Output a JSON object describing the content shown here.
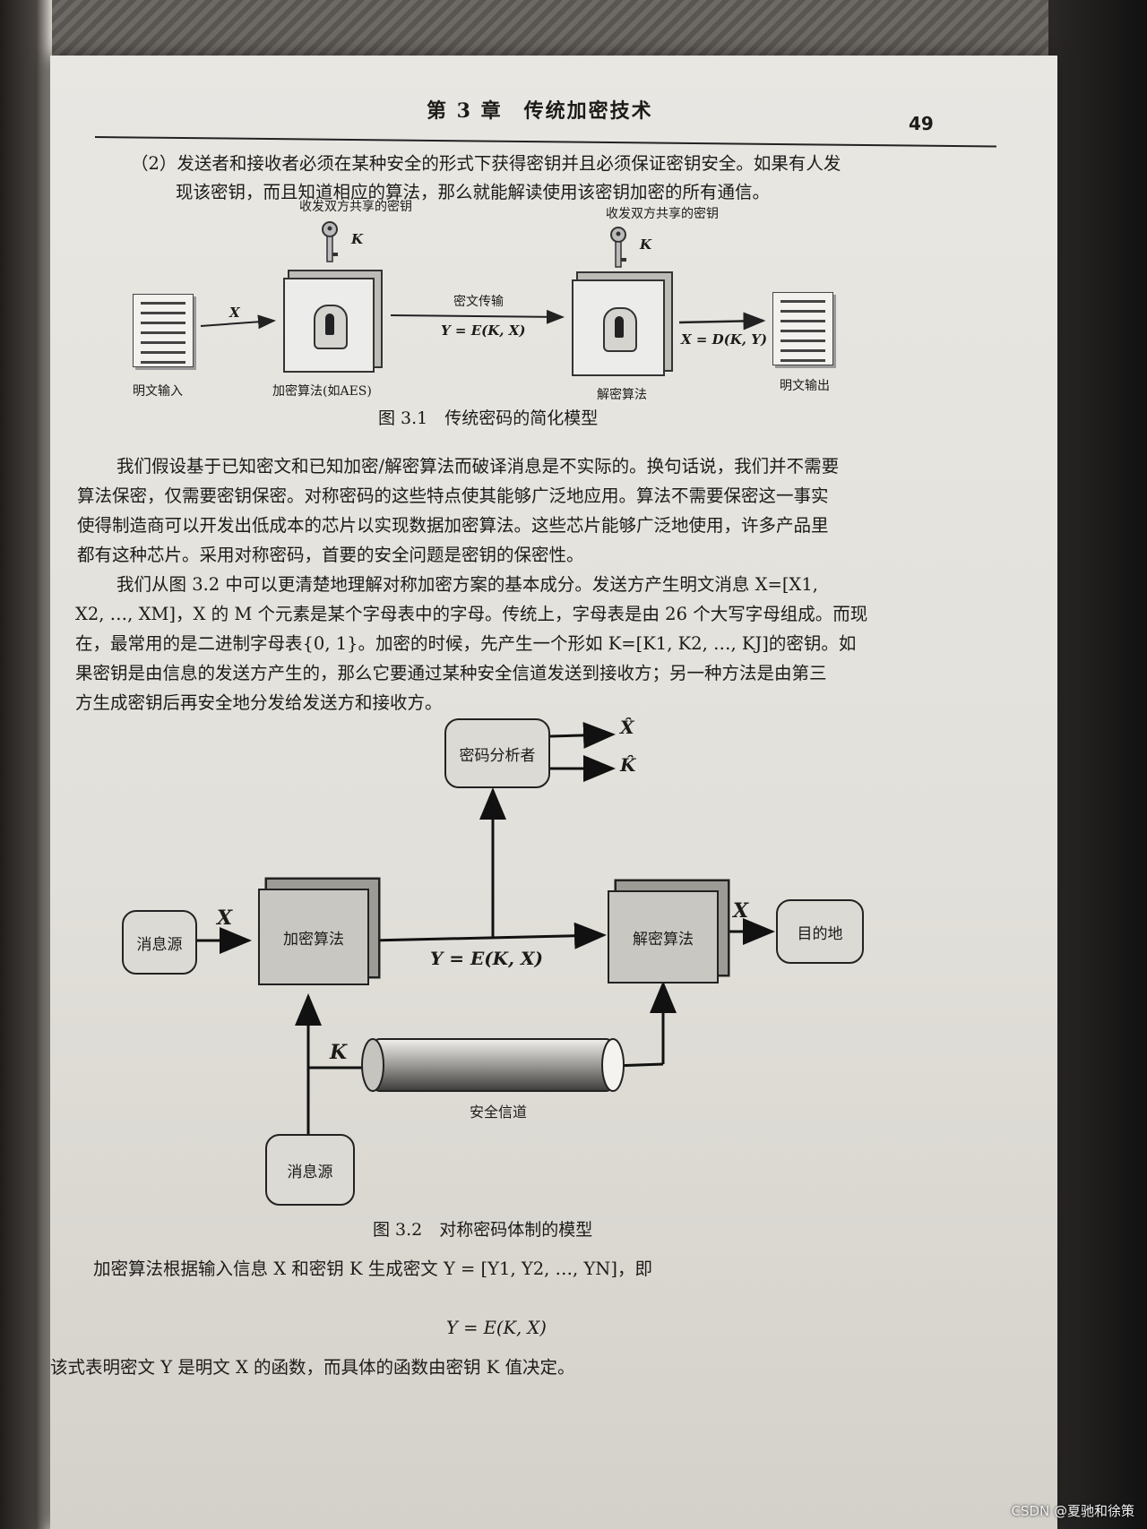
{
  "header": {
    "chapter": "第 3 章　传统加密技术",
    "page_number": "49"
  },
  "para1": {
    "line1": "（2）发送者和接收者必须在某种安全的形式下获得密钥并且必须保证密钥安全。如果有人发",
    "line2": "现该密钥，而且知道相应的算法，那么就能解读使用该密钥加密的所有通信。"
  },
  "fig31": {
    "key_label_left": "收发双方共享的密钥",
    "key_label_right": "收发双方共享的密钥",
    "key_symbol": "K",
    "x_label": "X",
    "channel_label": "密文传输",
    "y_eq": "Y = E(K, X)",
    "x_eq": "X = D(K, Y)",
    "plaintext_in": "明文输入",
    "encrypt_alg": "加密算法(如AES)",
    "decrypt_alg": "解密算法",
    "plaintext_out": "明文输出",
    "caption": "图 3.1　传统密码的简化模型"
  },
  "para2": {
    "line1": "我们假设基于已知密文和已知加密/解密算法而破译消息是不实际的。换句话说，我们并不需要",
    "line2": "算法保密，仅需要密钥保密。对称密码的这些特点使其能够广泛地应用。算法不需要保密这一事实",
    "line3": "使得制造商可以开发出低成本的芯片以实现数据加密算法。这些芯片能够广泛地使用，许多产品里",
    "line4": "都有这种芯片。采用对称密码，首要的安全问题是密钥的保密性。"
  },
  "para3": {
    "line1": "我们从图 3.2 中可以更清楚地理解对称加密方案的基本成分。发送方产生明文消息 X=[X1,",
    "line2": "X2, …, XM]，X 的 M 个元素是某个字母表中的字母。传统上，字母表是由 26 个大写字母组成。而现",
    "line3": "在，最常用的是二进制字母表{0, 1}。加密的时候，先产生一个形如 K=[K1, K2, …, KJ]的密钥。如",
    "line4": "果密钥是由信息的发送方产生的，那么它要通过某种安全信道发送到接收方；另一种方法是由第三",
    "line5": "方生成密钥后再安全地分发给发送方和接收方。"
  },
  "fig32": {
    "cryptanalyst": "密码分析者",
    "x_hat": "X̂",
    "k_hat": "K̂",
    "source1": "消息源",
    "x_in": "X",
    "encrypt": "加密算法",
    "y_eq": "Y = E(K, X)",
    "decrypt": "解密算法",
    "x_out": "X",
    "destination": "目的地",
    "k_label": "K",
    "secure_channel": "安全信道",
    "source2": "消息源",
    "caption": "图 3.2　对称密码体制的模型"
  },
  "para4": {
    "line1": "加密算法根据输入信息 X 和密钥 K 生成密文 Y = [Y1, Y2, …, YN]，即",
    "formula": "Y = E(K, X)",
    "line2": "该式表明密文 Y 是明文 X 的函数，而具体的函数由密钥 K 值决定。"
  },
  "watermark": "CSDN @夏驰和徐策"
}
